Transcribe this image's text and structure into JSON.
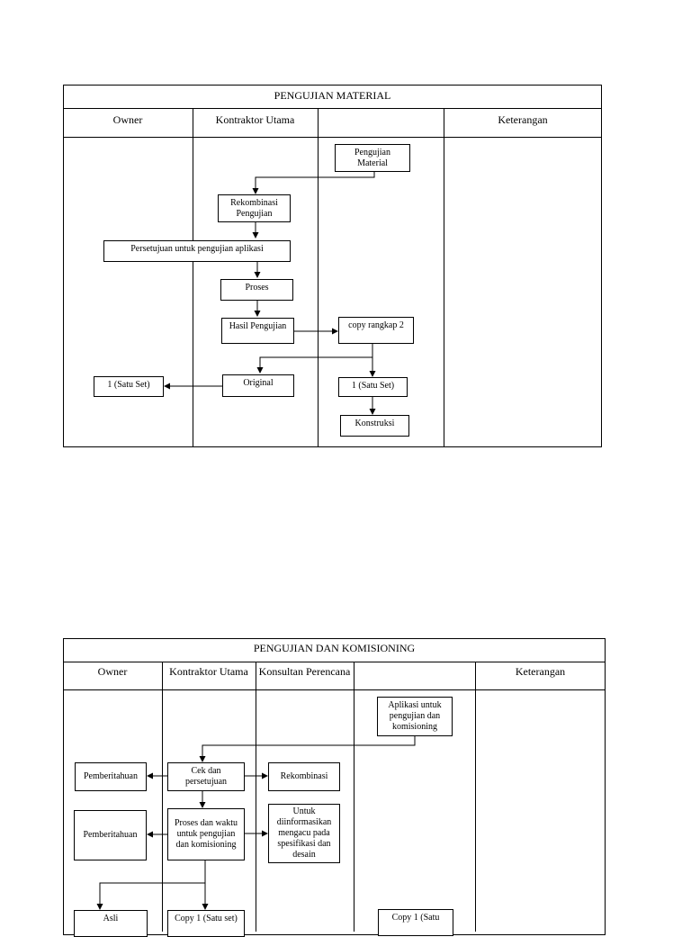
{
  "diagram1": {
    "title": "PENGUJIAN MATERIAL",
    "headers": {
      "owner": "Owner",
      "kontraktor": "Kontraktor Utama",
      "col3": "",
      "keterangan": "Keterangan"
    },
    "nodes": {
      "pengujian_material": "Pengujian\nMaterial",
      "rekombinasi": "Rekombinasi\nPengujian",
      "persetujuan": "Persetujuan untuk pengujian aplikasi",
      "proses": "Proses",
      "hasil": "Hasil Pengujian",
      "copy": "copy rangkap 2",
      "original": "Original",
      "satu_set_left": "1 (Satu Set)",
      "satu_set_right": "1 (Satu Set)",
      "konstruksi": "Konstruksi"
    }
  },
  "diagram2": {
    "title": "PENGUJIAN DAN KOMISIONING",
    "headers": {
      "owner": "Owner",
      "kontraktor": "Kontraktor Utama",
      "konsultan": "Konsultan Perencana",
      "col4": "",
      "keterangan": "Keterangan"
    },
    "nodes": {
      "aplikasi": "Aplikasi untuk\npengujian dan\nkomisioning",
      "pemberitahuan1": "Pemberitahuan",
      "cek": "Cek dan\npersetujuan",
      "rekombinasi": "Rekombinasi",
      "pemberitahuan2": "Pemberitahuan",
      "proses_waktu": "Proses dan waktu\nuntuk pengujian\ndan komisioning",
      "untuk": "Untuk\ndiinformasikan\nmengacu pada\nspesifikasi dan\ndesain",
      "asli": "Asli",
      "copy_satu_set": "Copy 1 (Satu set)",
      "copy_satu": "Copy 1 (Satu"
    }
  }
}
